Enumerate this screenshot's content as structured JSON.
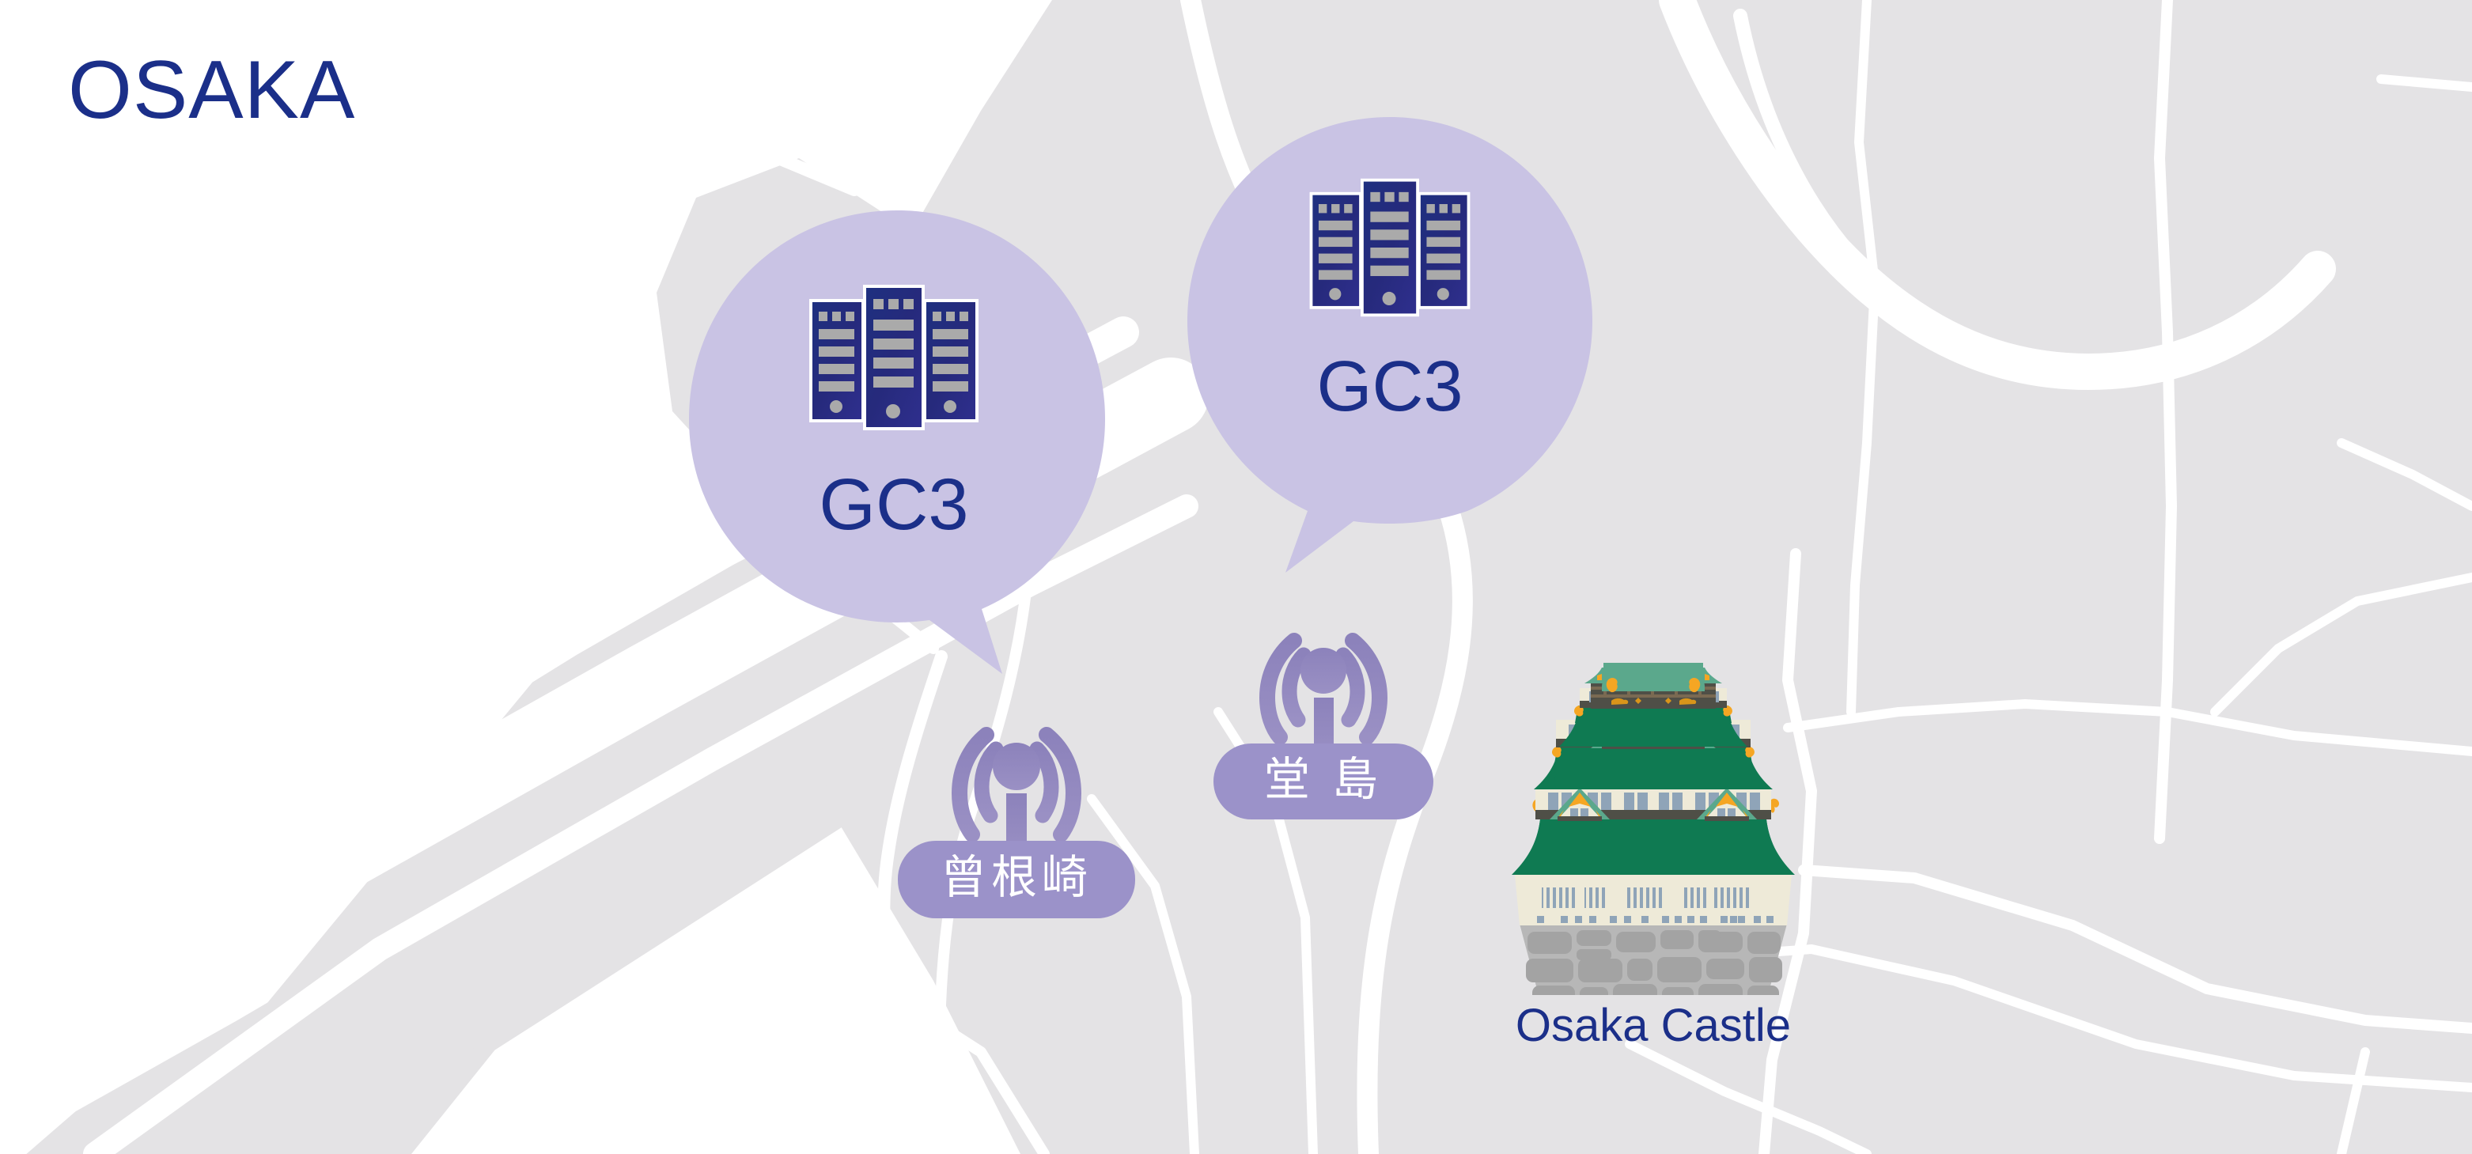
{
  "city": {
    "title": "OSAKA",
    "title_color": "#1b2f89"
  },
  "map": {
    "land_color": "#e4e3e5",
    "road_color": "#ffffff",
    "background_color": "#ffffff"
  },
  "datacenter_pins": [
    {
      "label": "GC3",
      "icon": "server-racks-icon",
      "bubble_color": "#c9c3e4",
      "label_color": "#1b2f89",
      "tail_direction": "down-right"
    },
    {
      "label": "GC3",
      "icon": "server-racks-icon",
      "bubble_color": "#c9c3e4",
      "label_color": "#1b2f89",
      "tail_direction": "down-left"
    }
  ],
  "antenna_markers": [
    {
      "label": "曾根崎",
      "romaji_hint": "Sonezaki",
      "icon": "broadcast-antenna-icon",
      "pill_color": "#9b92c9",
      "pill_text_color": "#ffffff",
      "icon_color": "#8c82bb"
    },
    {
      "label": "堂 島",
      "romaji_hint": "Dojima",
      "icon": "broadcast-antenna-icon",
      "pill_color": "#9b92c9",
      "pill_text_color": "#ffffff",
      "icon_color": "#8c82bb"
    }
  ],
  "landmark": {
    "name": "Osaka Castle",
    "icon": "osaka-castle-icon",
    "caption_color": "#1b2f89",
    "roof_color": "#0f7a52",
    "roof_highlight_color": "#5ba88c",
    "wall_color": "#eeead8",
    "trim_color": "#4f4f47",
    "gold_color": "#f5a623",
    "window_color": "#8fa4b8",
    "stone_color": "#b7b7b7",
    "stone_block_color": "#a3a3a3"
  }
}
